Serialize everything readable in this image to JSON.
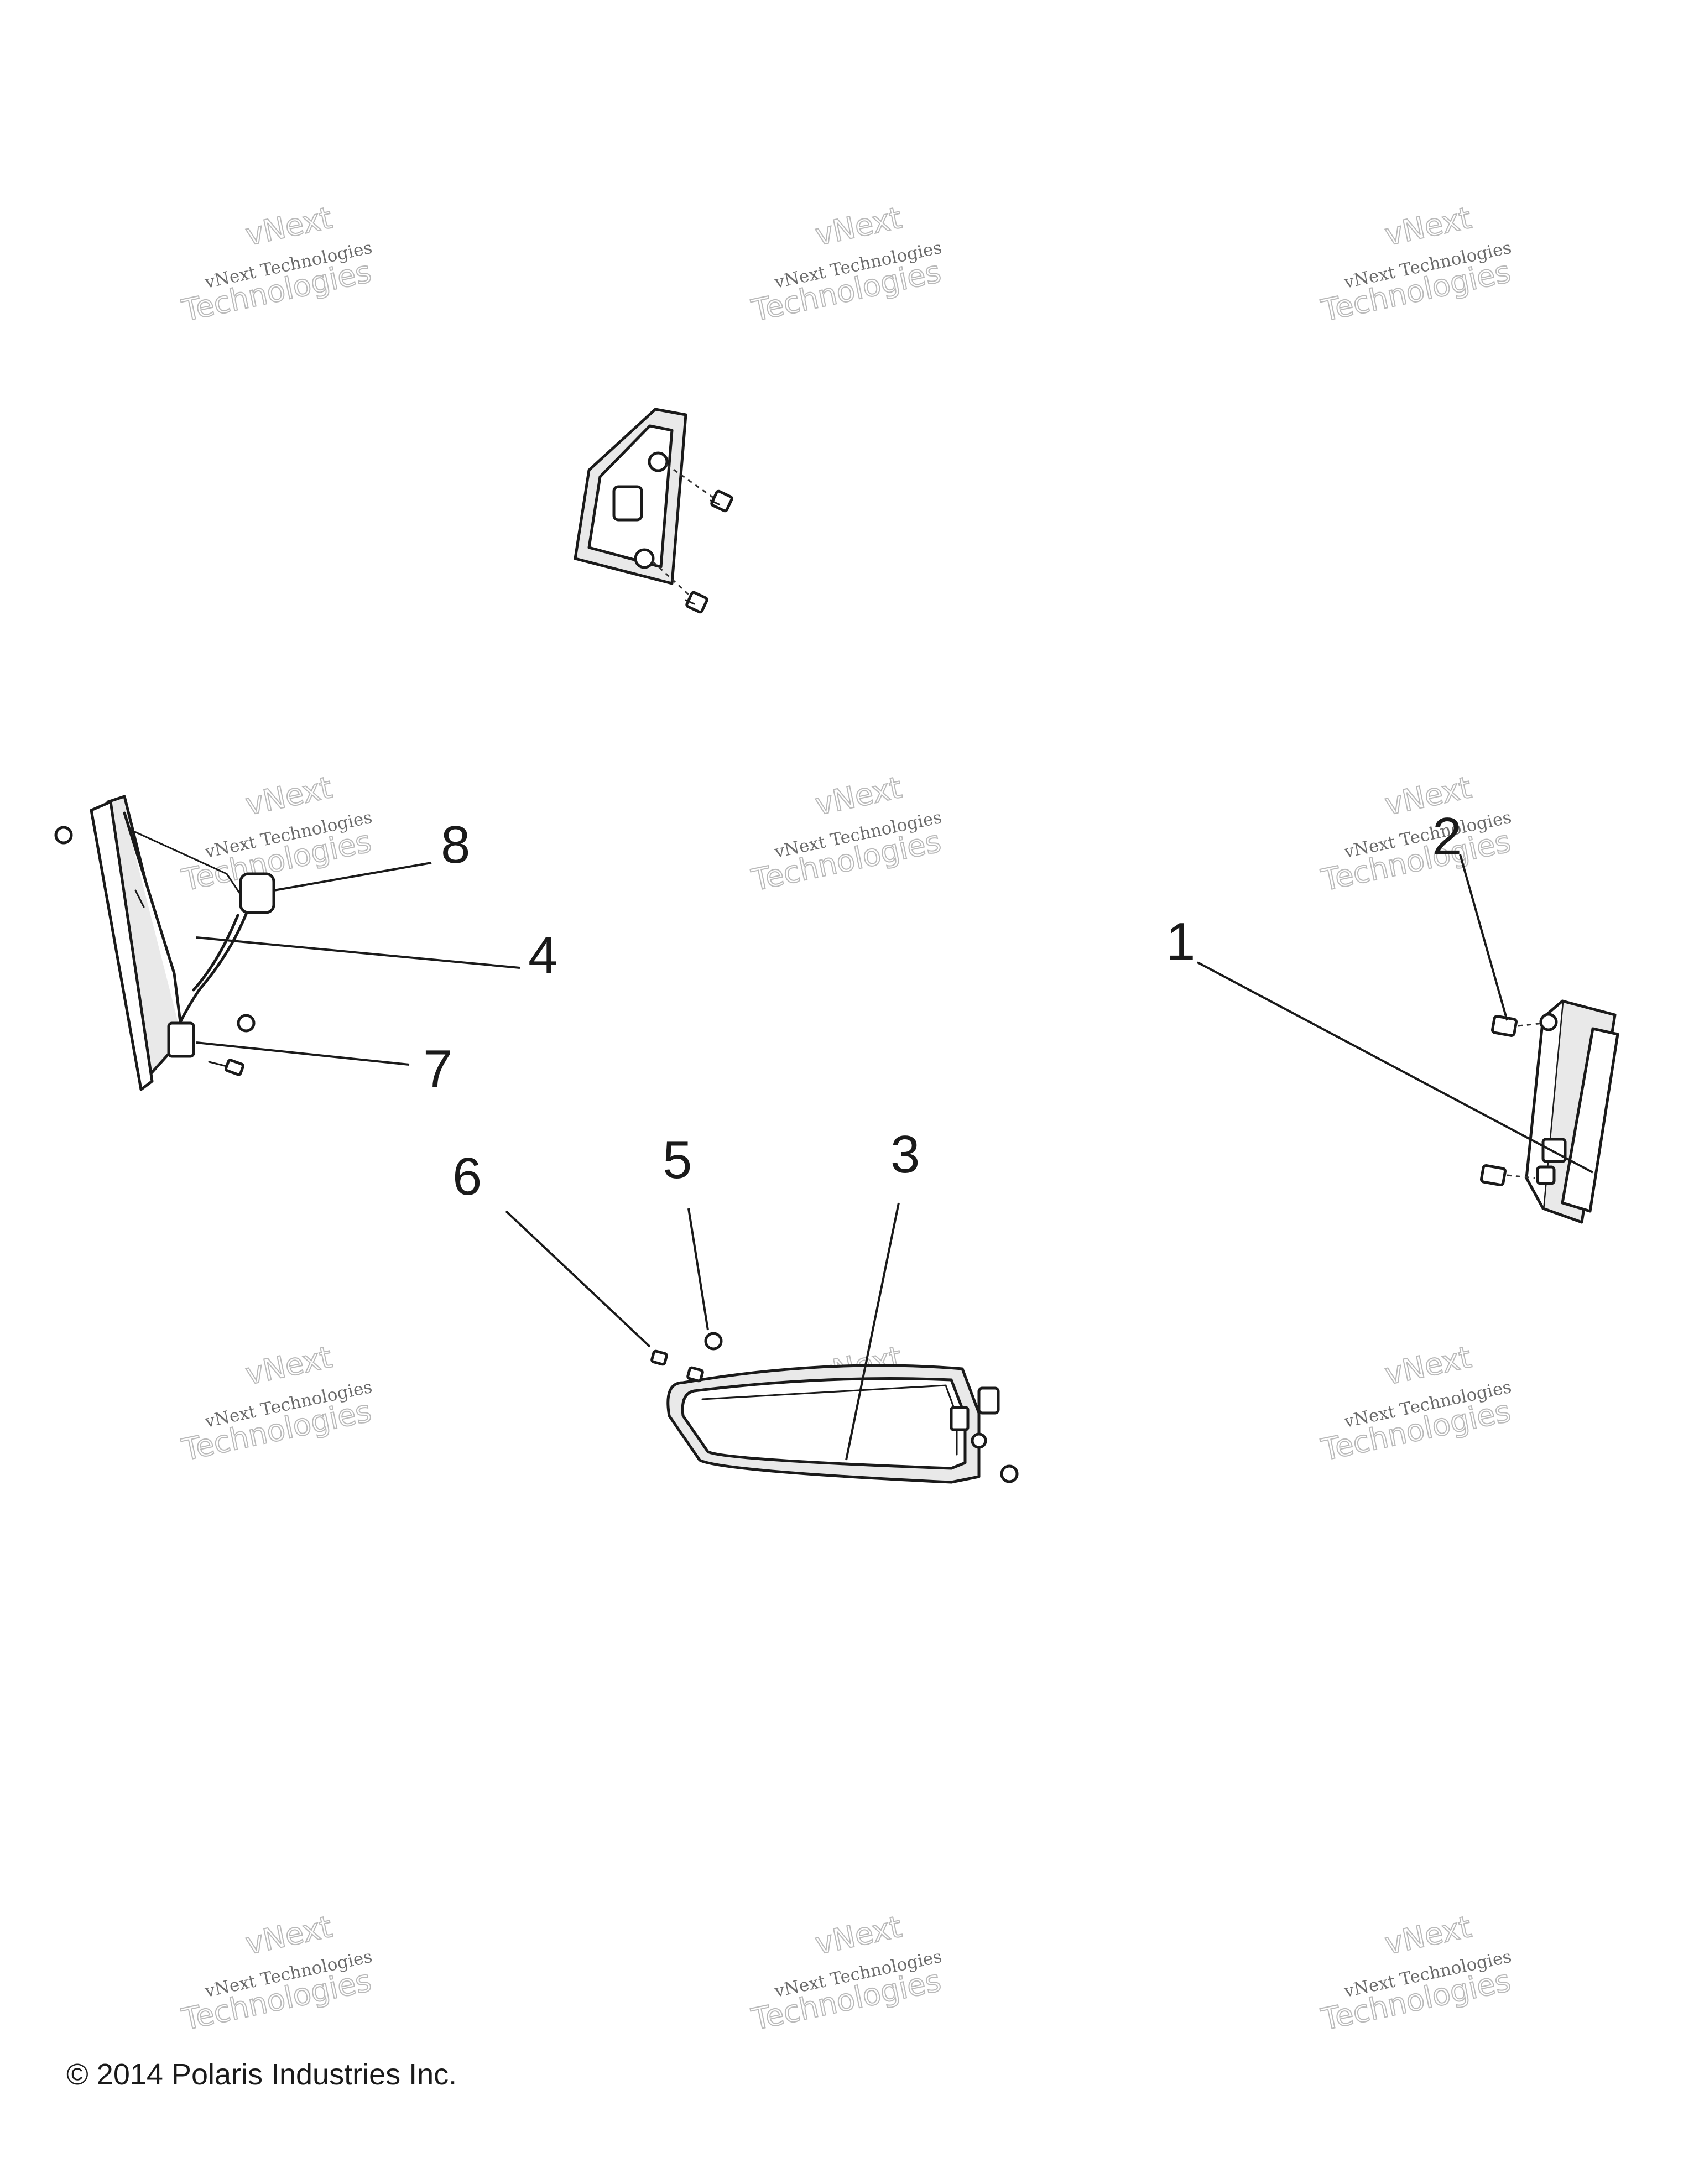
{
  "watermark": {
    "line1": "vNext Technologies",
    "line2": "vNext",
    "line3": "Technologies"
  },
  "callouts": [
    "1",
    "2",
    "3",
    "4",
    "5",
    "6",
    "7",
    "8"
  ],
  "copyright": "© 2014 Polaris Industries Inc."
}
